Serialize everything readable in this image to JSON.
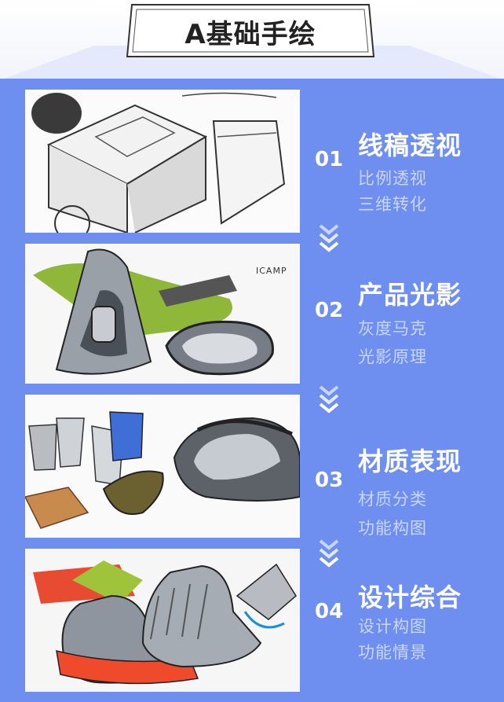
{
  "title": "A基础手绘",
  "watermark": "ICAMP",
  "colors": {
    "panel": "#6e8ff0",
    "subtext": "#c9d6fb",
    "heading": "#ffffff"
  },
  "sections": [
    {
      "number": "01",
      "heading": "线稿透视",
      "items": [
        "比例透视",
        "三维转化"
      ]
    },
    {
      "number": "02",
      "heading": "产品光影",
      "items": [
        "灰度马克",
        "光影原理"
      ]
    },
    {
      "number": "03",
      "heading": "材质表现",
      "items": [
        "材质分类",
        "功能构图"
      ]
    },
    {
      "number": "04",
      "heading": "设计综合",
      "items": [
        "设计构图",
        "功能情景"
      ]
    }
  ],
  "icons": {
    "divider": "triple-chevron-down-icon"
  }
}
